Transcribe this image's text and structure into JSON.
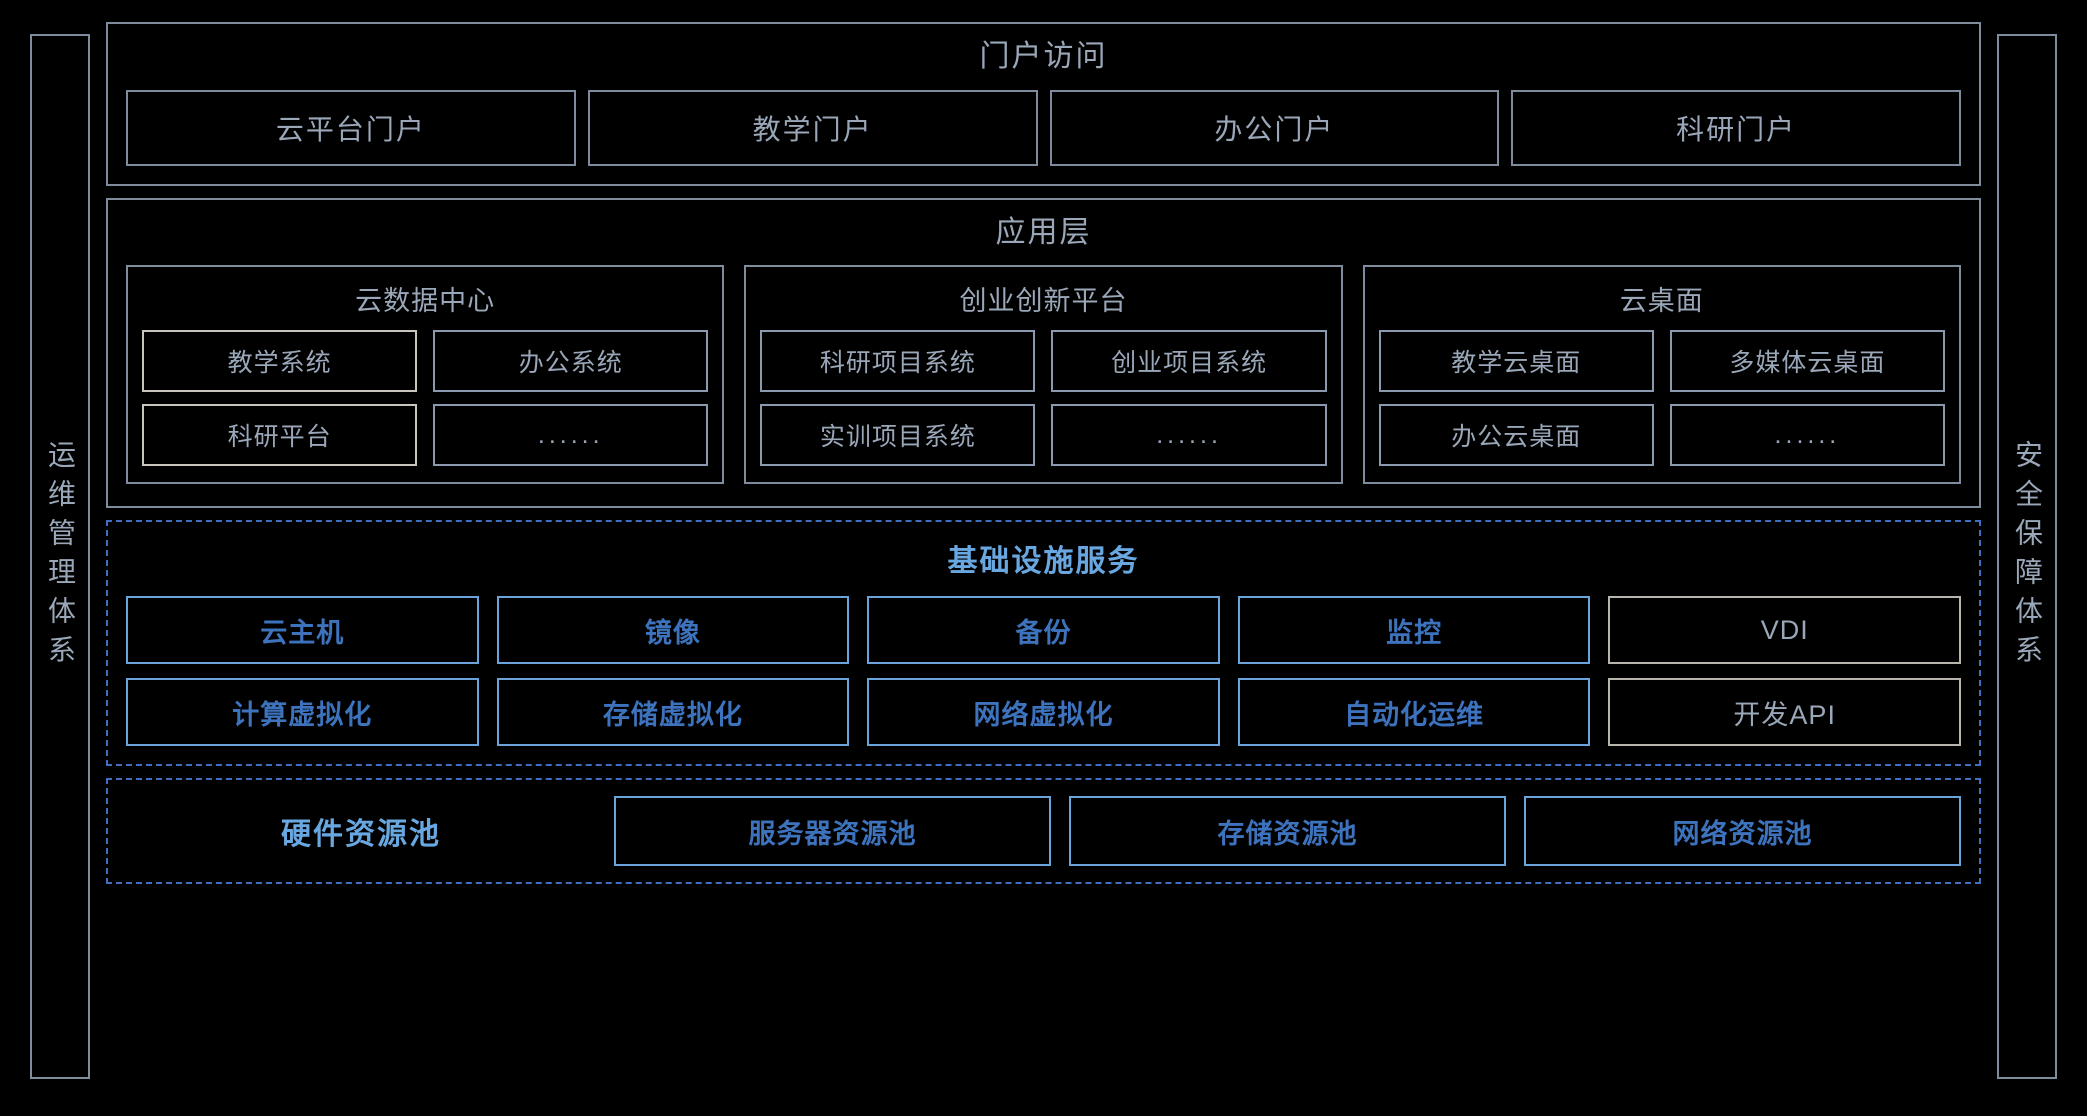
{
  "sidebars": {
    "left": {
      "label": "运维管理体系"
    },
    "right": {
      "label": "安全保障体系"
    }
  },
  "portal": {
    "title": "门户访问",
    "items": [
      {
        "label": "云平台门户"
      },
      {
        "label": "教学门户"
      },
      {
        "label": "办公门户"
      },
      {
        "label": "科研门户"
      }
    ]
  },
  "application": {
    "title": "应用层",
    "groups": [
      {
        "title": "云数据中心",
        "items": [
          {
            "label": "教学系统",
            "style": "warm"
          },
          {
            "label": "办公系统",
            "style": "cool"
          },
          {
            "label": "科研平台",
            "style": "warm"
          },
          {
            "label": "......",
            "style": "cool"
          }
        ]
      },
      {
        "title": "创业创新平台",
        "items": [
          {
            "label": "科研项目系统",
            "style": "cool"
          },
          {
            "label": "创业项目系统",
            "style": "cool"
          },
          {
            "label": "实训项目系统",
            "style": "cool"
          },
          {
            "label": "......",
            "style": "cool"
          }
        ]
      },
      {
        "title": "云桌面",
        "items": [
          {
            "label": "教学云桌面",
            "style": "cool"
          },
          {
            "label": "多媒体云桌面",
            "style": "cool"
          },
          {
            "label": "办公云桌面",
            "style": "cool"
          },
          {
            "label": "......",
            "style": "cool"
          }
        ]
      }
    ]
  },
  "infrastructure": {
    "title": "基础设施服务",
    "items": [
      {
        "label": "云主机",
        "style": "accent"
      },
      {
        "label": "镜像",
        "style": "accent"
      },
      {
        "label": "备份",
        "style": "accent"
      },
      {
        "label": "监控",
        "style": "accent"
      },
      {
        "label": "VDI",
        "style": "neutral"
      },
      {
        "label": "计算虚拟化",
        "style": "accent"
      },
      {
        "label": "存储虚拟化",
        "style": "accent"
      },
      {
        "label": "网络虚拟化",
        "style": "accent"
      },
      {
        "label": "自动化运维",
        "style": "accent"
      },
      {
        "label": "开发API",
        "style": "neutral"
      }
    ]
  },
  "hardware": {
    "label": "硬件资源池",
    "items": [
      {
        "label": "服务器资源池"
      },
      {
        "label": "存储资源池"
      },
      {
        "label": "网络资源池"
      }
    ]
  },
  "colors": {
    "background": "#000000",
    "neutral_line": "#7f8c9e",
    "neutral_text": "#9aa7b8",
    "warm_line": "#c9c5bd",
    "accent_line": "#6ba3dd",
    "accent_text": "#3d72bd",
    "accent_title": "#68a7e0",
    "dashed_line": "#3f6fbf"
  }
}
